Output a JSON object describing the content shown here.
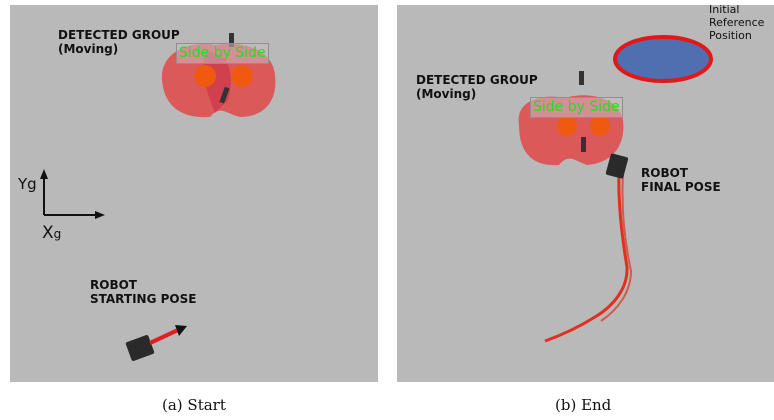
{
  "panel_a": {
    "group_label_line1": "DETECTED GROUP",
    "group_label_line2": "(Moving)",
    "formation_tag": "Side by Side",
    "axis_y_label": "Yg",
    "axis_x_label": "X",
    "axis_x_sub": "g",
    "robot_label_line1": "ROBOT",
    "robot_label_line2": "STARTING POSE"
  },
  "panel_b": {
    "group_label_line1": "DETECTED GROUP",
    "group_label_line2": "(Moving)",
    "formation_tag": "Side by Side",
    "reference_line1": "Initial",
    "reference_line2": "Reference",
    "reference_line3": "Position",
    "robot_label_line1": "ROBOT",
    "robot_label_line2": "FINAL POSE"
  },
  "captions": {
    "a": "(a)  Start",
    "b": "(b)  End"
  },
  "colors": {
    "background": "#b9b9b9",
    "group_cloud": "#e04848",
    "person_marker": "#f05a10",
    "trajectory": "#e03020",
    "reference_fill": "#4f6fb0",
    "reference_ring": "#e01818",
    "tag_text": "#20e020"
  }
}
